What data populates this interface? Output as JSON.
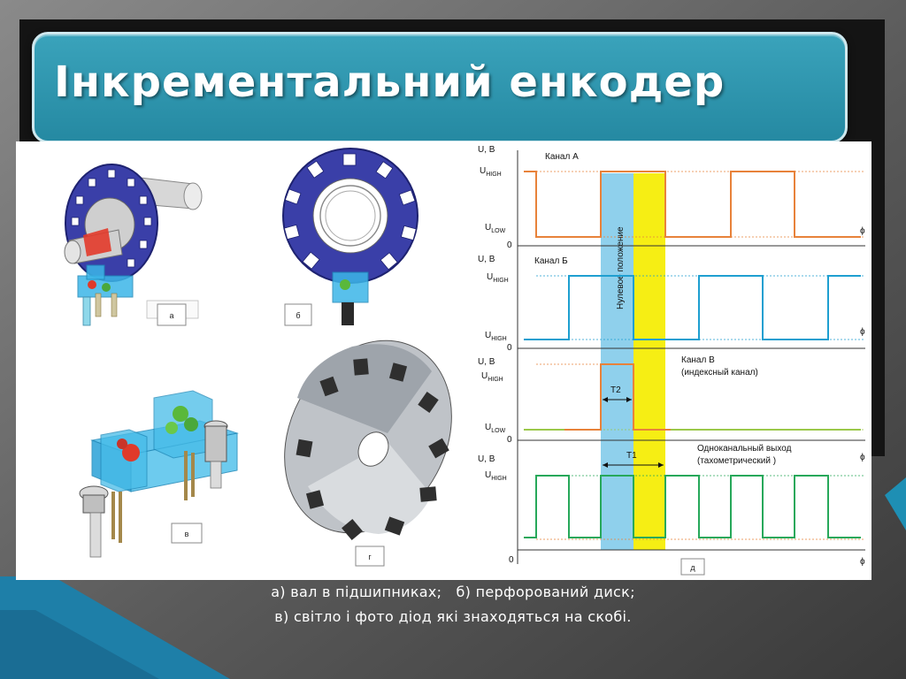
{
  "title": "Інкрементальний енкодер",
  "figure_labels": {
    "a": "а",
    "b": "б",
    "v": "в",
    "g": "г",
    "d": "д"
  },
  "timing_diagram": {
    "y_axis_label": "U, B",
    "zero": "0",
    "phi": "ϕ",
    "u_high": "U",
    "u_high_sub": "HIGH",
    "u_low": "U",
    "u_low_sub": "LOW",
    "channel_a": "Канал А",
    "channel_b": "Канал Б",
    "channel_v_line1": "Канал В",
    "channel_v_line2": "(индексный канал)",
    "single_line1": "Одноканальный выход",
    "single_line2": "(тахометрический )",
    "zero_position": "Нулевое положение",
    "t1": "T1",
    "t2": "T2",
    "colors": {
      "channel_a": "#e8823a",
      "channel_b": "#1e9fd0",
      "channel_v": "#e8823a",
      "channel_v_low": "#9bc84a",
      "single": "#27a85a",
      "zero_band": "#8fd0ec",
      "yellow_band": "#f6ee14"
    }
  },
  "caption": {
    "line1": "а) вал в підшипниках;   б) перфорований диск;",
    "line2": "в) світло і фото діод які знаходяться на скобі."
  }
}
